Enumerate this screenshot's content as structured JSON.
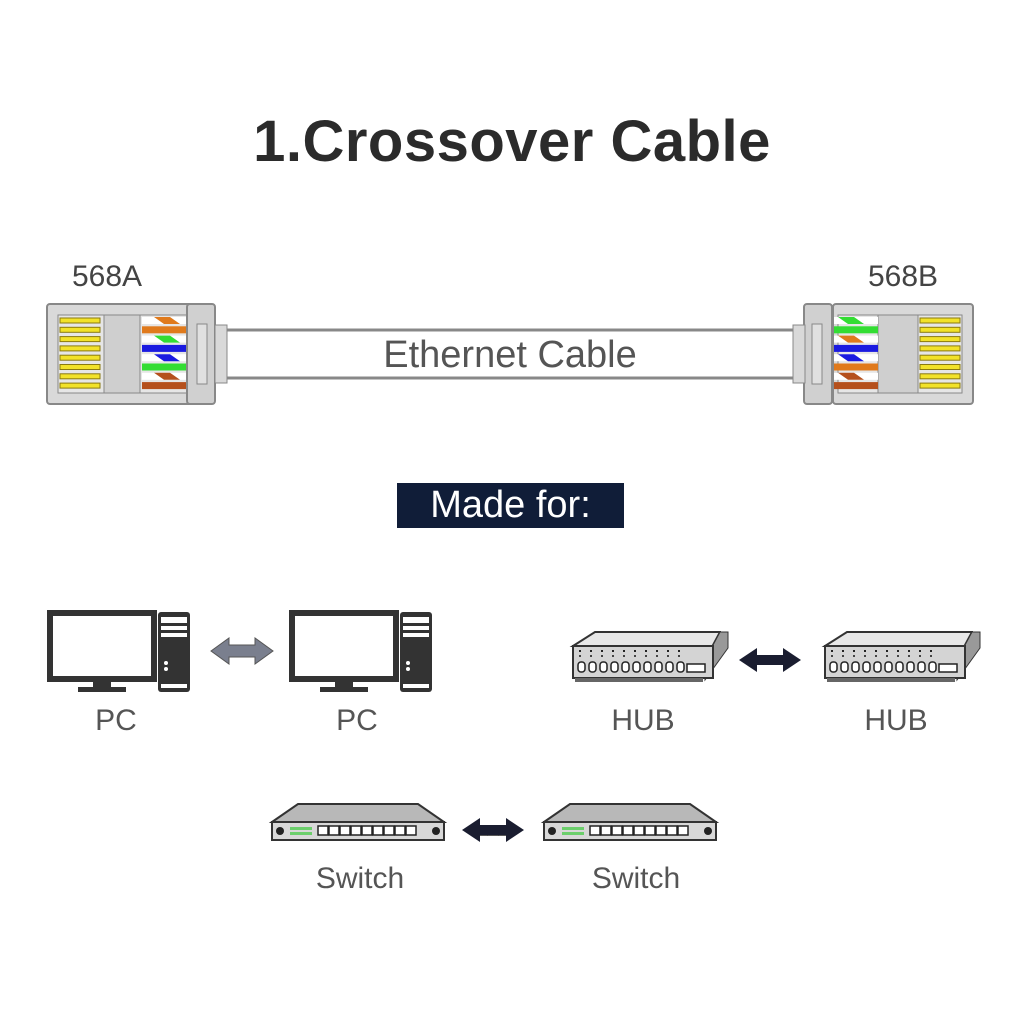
{
  "title": "1.Crossover Cable",
  "cable": {
    "left_standard": "568A",
    "right_standard": "568B",
    "label": "Ethernet Cable",
    "left_wires": [
      "white-orange",
      "orange",
      "white-green",
      "blue",
      "white-blue",
      "green",
      "white-brown",
      "brown"
    ],
    "right_wires": [
      "white-green",
      "green",
      "white-orange",
      "blue",
      "white-blue",
      "orange",
      "white-brown",
      "brown"
    ],
    "colors": {
      "orange": "#e07a1c",
      "brown": "#b5501c",
      "green": "#33dd33",
      "blue": "#1a1ae0",
      "contact": "#f2e22a"
    }
  },
  "made_for": "Made for:",
  "pairs": [
    {
      "left": "PC",
      "right": "PC",
      "icon": "pc-icon"
    },
    {
      "left": "HUB",
      "right": "HUB",
      "icon": "hub-icon"
    },
    {
      "left": "Switch",
      "right": "Switch",
      "icon": "switch-icon"
    }
  ]
}
